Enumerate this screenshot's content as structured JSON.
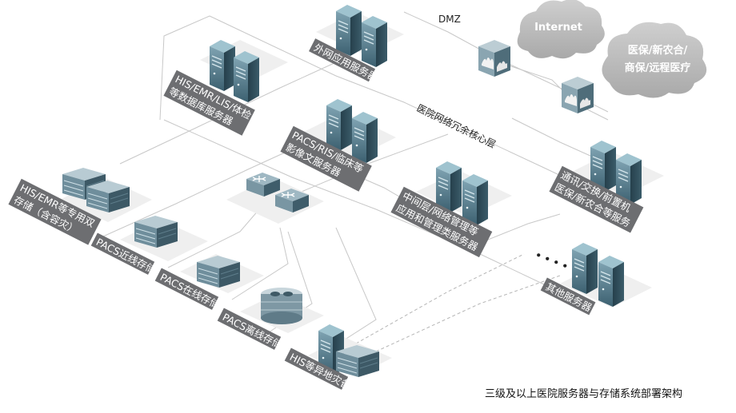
{
  "labels": {
    "dmz": "DMZ",
    "core_layer": "医院网络冗余核心层",
    "external_app_servers": "外网应用服务器",
    "his_db_servers": [
      "HIS/EMR/LIS/体检",
      "等数据库服务器"
    ],
    "pacs_servers": [
      "PACS/RIS/临床等",
      "影像文服务器"
    ],
    "middleware_servers": [
      "中间层/网络管理等",
      "应用和管理类服务器"
    ],
    "comm_servers": [
      "通讯/交换/前置机",
      "医保/新农合等服务"
    ],
    "his_dual_storage": [
      "HIS/EMR等专用双",
      "存储（含容灾）"
    ],
    "pacs_nearline": "PACS近线存储",
    "pacs_online": "PACS在线存储",
    "pacs_offline": "PACS离线存储",
    "his_dr": "HIS等异地灾备",
    "other_servers": "其他服务器",
    "ellipsis": "• • • •"
  },
  "clouds": {
    "internet": "Internet",
    "insurance": [
      "医保/新农合/",
      "商保/远程医疗"
    ]
  },
  "caption": "三级及以上医院服务器与存储系统部署架构",
  "colors": {
    "label_band": "#6d6e71",
    "cloud": "#bdbdbd",
    "server_body": "#2f4d5c",
    "server_light": "#8fb6c4",
    "platform": "#ececec",
    "line": "#bdbdbd"
  }
}
